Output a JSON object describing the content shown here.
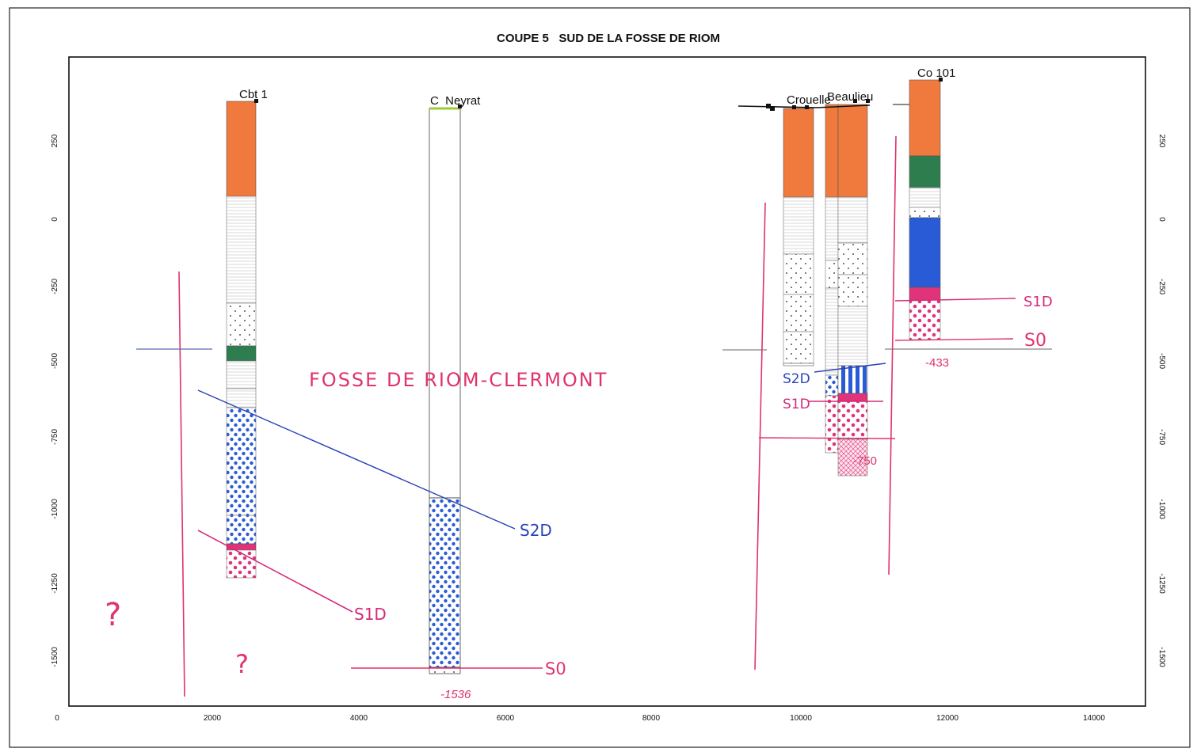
{
  "title": "COUPE 5   SUD DE LA FOSSE DE RIOM",
  "x_ticks": [
    "0",
    "2000",
    "4000",
    "6000",
    "8000",
    "10000",
    "12000",
    "14000"
  ],
  "y_ticks": [
    "250",
    "0",
    "-250",
    "-500",
    "-750",
    "-1000",
    "-1250",
    "-1500"
  ],
  "wells": [
    {
      "name": "Cbt 1"
    },
    {
      "name": "C  Neyrat"
    },
    {
      "name": "Crouelle"
    },
    {
      "name": "Beaulieu"
    },
    {
      "name": "Co 101"
    }
  ],
  "annotations": {
    "basin_label": "FOSSE DE RIOM-CLERMONT",
    "s2d_left": "S2D",
    "s1d_left": "S1D",
    "s0_left": "S0",
    "question_1": "?",
    "question_2": "?",
    "depth_neyrat": "-1536",
    "s2d_right": "S2D",
    "s1d_right": "S1D",
    "depth_beaulieu": "-750",
    "depth_co101": "-433",
    "s1d_far": "S1D",
    "s0_far": "S0"
  },
  "colors": {
    "orange": "#f07a3e",
    "green": "#2e7d4f",
    "blue": "#2a5bd6",
    "magenta": "#e0337a",
    "handwriting_red": "#e0336a",
    "handwriting_blue": "#2a43b8"
  }
}
